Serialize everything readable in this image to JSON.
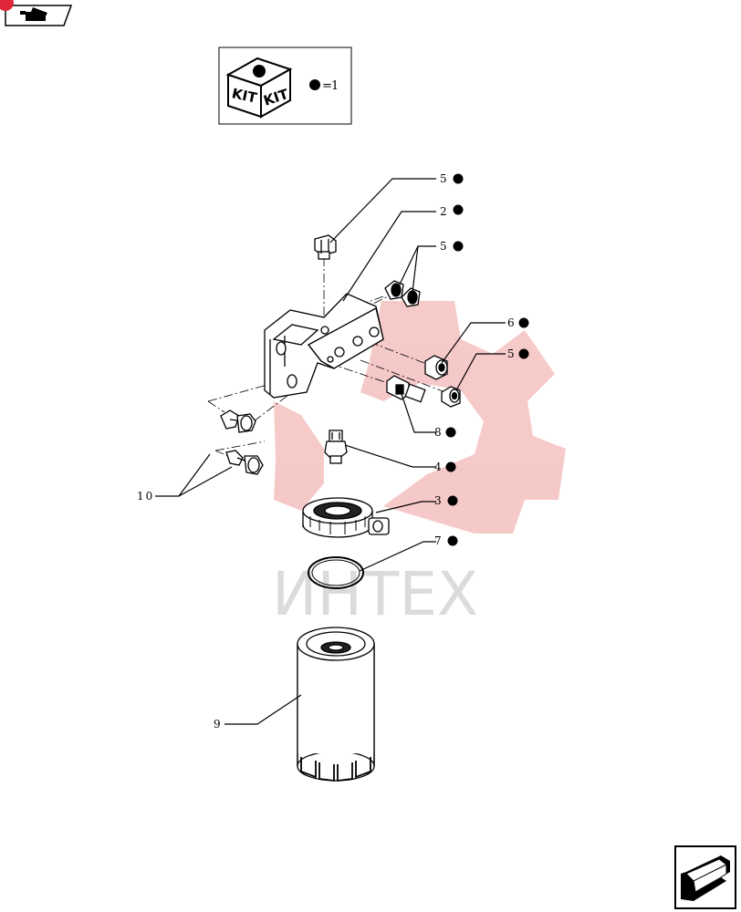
{
  "kit_legend": {
    "kit_left": "KIT",
    "kit_right": "KIT",
    "equals": "=",
    "quantity": "1"
  },
  "callouts": [
    {
      "id": "c5a",
      "label": "5"
    },
    {
      "id": "c2",
      "label": "2"
    },
    {
      "id": "c5b",
      "label": "5"
    },
    {
      "id": "c6",
      "label": "6"
    },
    {
      "id": "c5c",
      "label": "5"
    },
    {
      "id": "c8",
      "label": "8"
    },
    {
      "id": "c4",
      "label": "4"
    },
    {
      "id": "c3",
      "label": "3"
    },
    {
      "id": "c7",
      "label": "7"
    },
    {
      "id": "c10",
      "label": "10"
    },
    {
      "id": "c9",
      "label": "9"
    }
  ],
  "watermark": {
    "text": "ИНТЕХ",
    "color": "#f2b7b7"
  },
  "colors": {
    "accent_red": "#e0283a",
    "ink": "#000000"
  },
  "icons": {
    "top_left": "previous-page-icon",
    "bottom_right": "next-page-icon"
  }
}
